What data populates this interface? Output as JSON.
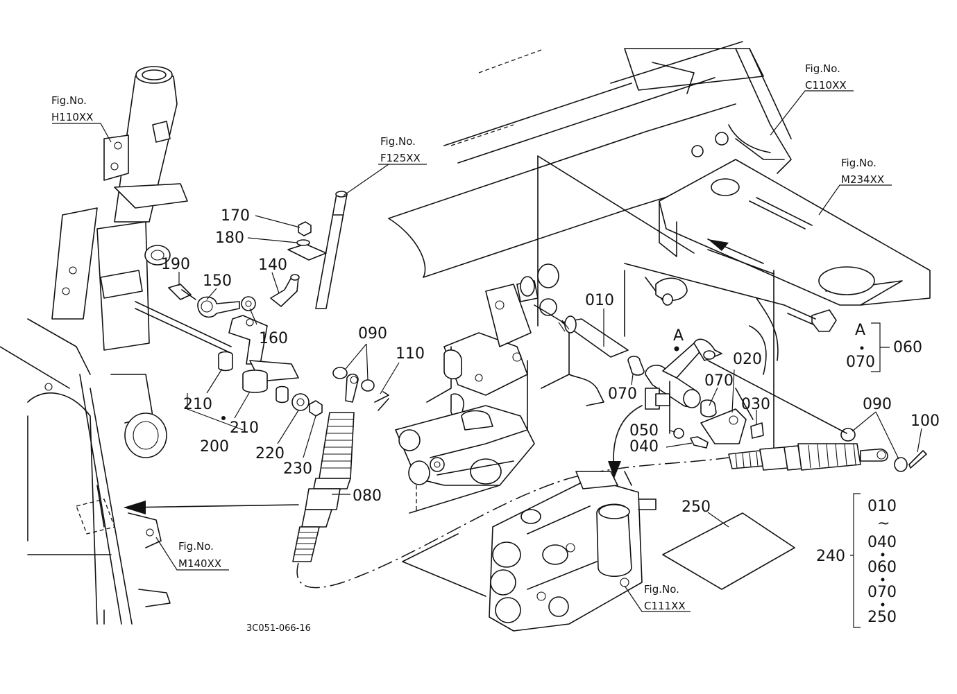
{
  "figure_refs": {
    "h110": {
      "line1": "Fig.No.",
      "line2": "H110XX"
    },
    "f125": {
      "line1": "Fig.No.",
      "line2": "F125XX"
    },
    "c110": {
      "line1": "Fig.No.",
      "line2": "C110XX"
    },
    "m234": {
      "line1": "Fig.No.",
      "line2": "M234XX"
    },
    "m140": {
      "line1": "Fig.No.",
      "line2": "M140XX"
    },
    "c111": {
      "line1": "Fig.No.",
      "line2": "C111XX"
    }
  },
  "part_numbers": {
    "p010": "010",
    "p020": "020",
    "p030": "030",
    "p040": "040",
    "p050": "050",
    "p070a": "070",
    "p070b": "070",
    "p080": "080",
    "p090a": "090",
    "p090b": "090",
    "p100": "100",
    "p110": "110",
    "p140": "140",
    "p150": "150",
    "p160": "160",
    "p170": "170",
    "p180": "180",
    "p190": "190",
    "p200": "200",
    "p210a": "210",
    "p210b": "210",
    "p220": "220",
    "p230": "230",
    "p250": "250"
  },
  "view_marker": "A",
  "group_060": {
    "top": "A",
    "bottom": "070",
    "label": "060"
  },
  "group_240": {
    "label": "240",
    "items": [
      "010",
      "~",
      "040",
      "060",
      "070",
      "250"
    ]
  },
  "drawing_code": "3C051-066-16"
}
